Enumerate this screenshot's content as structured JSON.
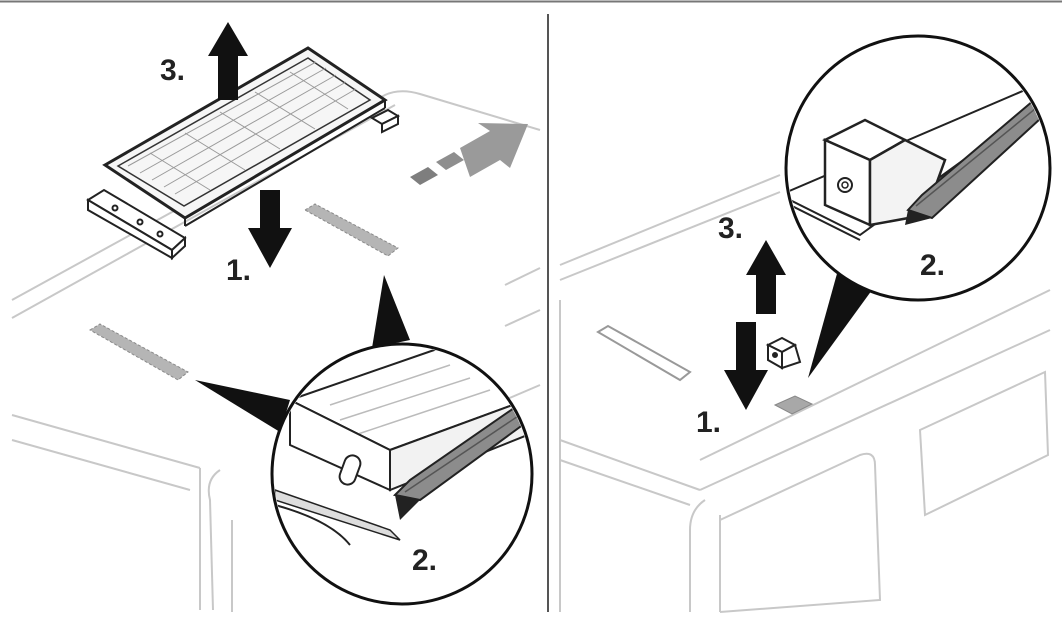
{
  "colors": {
    "ink": "#222222",
    "outline": "#c8c8c8",
    "dark_fill": "#111111",
    "arrow_gray": "#8c8c8c",
    "arrow_light": "#a8a8a8",
    "hatch_gray": "#9a9a9a"
  },
  "left_panel": {
    "steps": [
      {
        "label": "1.",
        "action": "push-down"
      },
      {
        "label": "2.",
        "action": "pry-with-screwdriver"
      },
      {
        "label": "3.",
        "action": "lift-up"
      }
    ]
  },
  "right_panel": {
    "steps": [
      {
        "label": "1.",
        "action": "push-down"
      },
      {
        "label": "2.",
        "action": "pry-with-screwdriver"
      },
      {
        "label": "3.",
        "action": "lift-up"
      }
    ]
  },
  "icons": {
    "arrow_up": "arrow-up-icon",
    "arrow_down": "arrow-down-icon",
    "arrow_right": "arrow-right-icon",
    "screwdriver": "screwdriver-icon",
    "magnifier": "magnifier-circle"
  }
}
